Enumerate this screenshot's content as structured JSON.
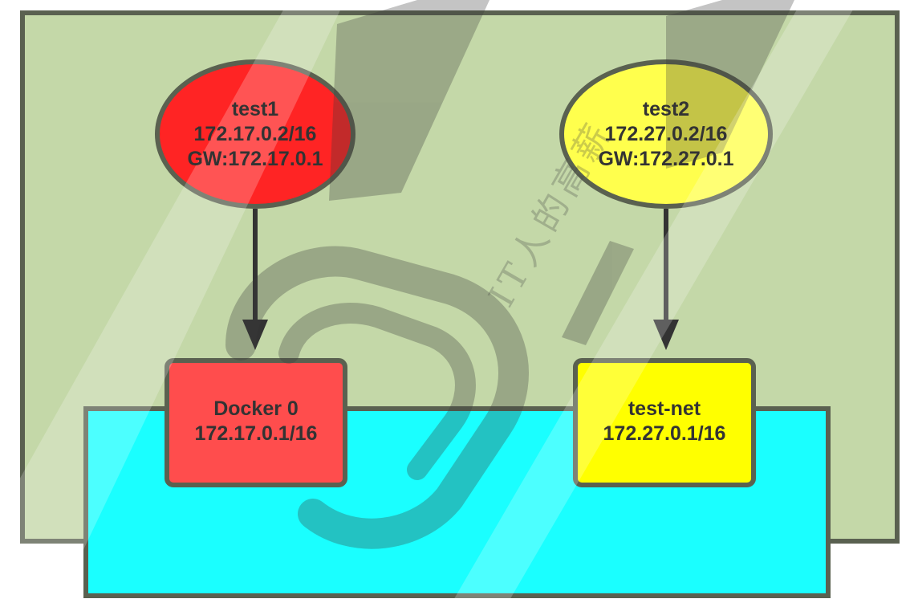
{
  "diagram": {
    "hosts": [
      {
        "name": "test1",
        "ip": "172.17.0.2/16",
        "gateway": "GW:172.17.0.1",
        "color": "#ff2424"
      },
      {
        "name": "test2",
        "ip": "172.27.0.2/16",
        "gateway": "GW:172.27.0.1",
        "color": "#ffff4d"
      }
    ],
    "bridges": [
      {
        "name": "Docker 0",
        "subnet": "172.17.0.1/16",
        "color": "#ff4d4d"
      },
      {
        "name": "test-net",
        "subnet": "172.27.0.1/16",
        "color": "#ffff00"
      }
    ],
    "host_machine_color": "#c4d8a8",
    "physical_network_color": "#1affff",
    "outline_color": "#5a6150",
    "arrow_color": "#333333"
  },
  "watermark": {
    "text": "IT人的高薪"
  }
}
